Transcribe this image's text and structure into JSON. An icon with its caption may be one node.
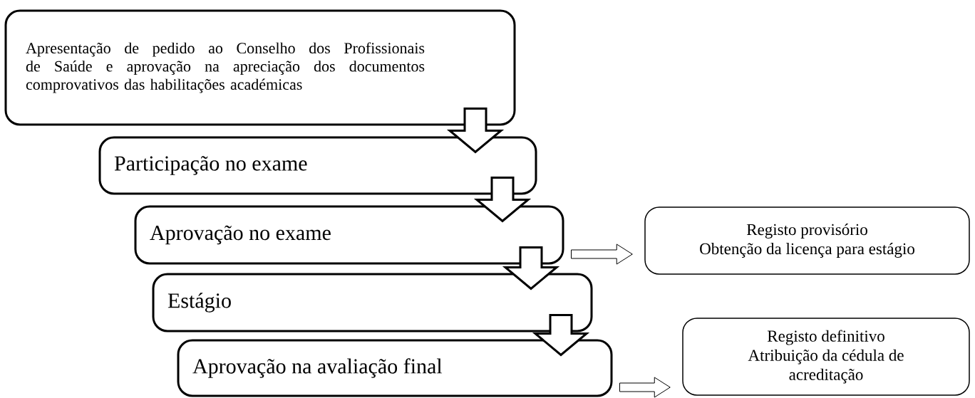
{
  "diagram": {
    "nodes": [
      {
        "text": [
          "Apresentação de pedido ao Conselho dos Profissionais de Saúde e aprovação na apreciação dos documentos comprovativos das habilitações académicas"
        ]
      },
      {
        "text": [
          "Participação no exame"
        ]
      },
      {
        "text": [
          "Aprovação no exame"
        ]
      },
      {
        "text": [
          "Estágio"
        ]
      },
      {
        "text": [
          "Aprovação na avaliação final"
        ]
      },
      {
        "text": [
          "Registo provisório",
          "Obtenção da licença para estágio"
        ]
      },
      {
        "text": [
          "Registo definitivo",
          "Atribuição da cédula de acreditação"
        ]
      }
    ],
    "edges": [
      {
        "from": 0,
        "to": 1,
        "arrow": "to",
        "style": "thick"
      },
      {
        "from": 1,
        "to": 2,
        "arrow": "to",
        "style": "thick"
      },
      {
        "from": 2,
        "to": 3,
        "arrow": "to",
        "style": "thick"
      },
      {
        "from": 3,
        "to": 4,
        "arrow": "to",
        "style": "thick"
      },
      {
        "from": 2,
        "to": 5,
        "arrow": "to"
      },
      {
        "from": 4,
        "to": 6,
        "arrow": "to"
      }
    ]
  }
}
